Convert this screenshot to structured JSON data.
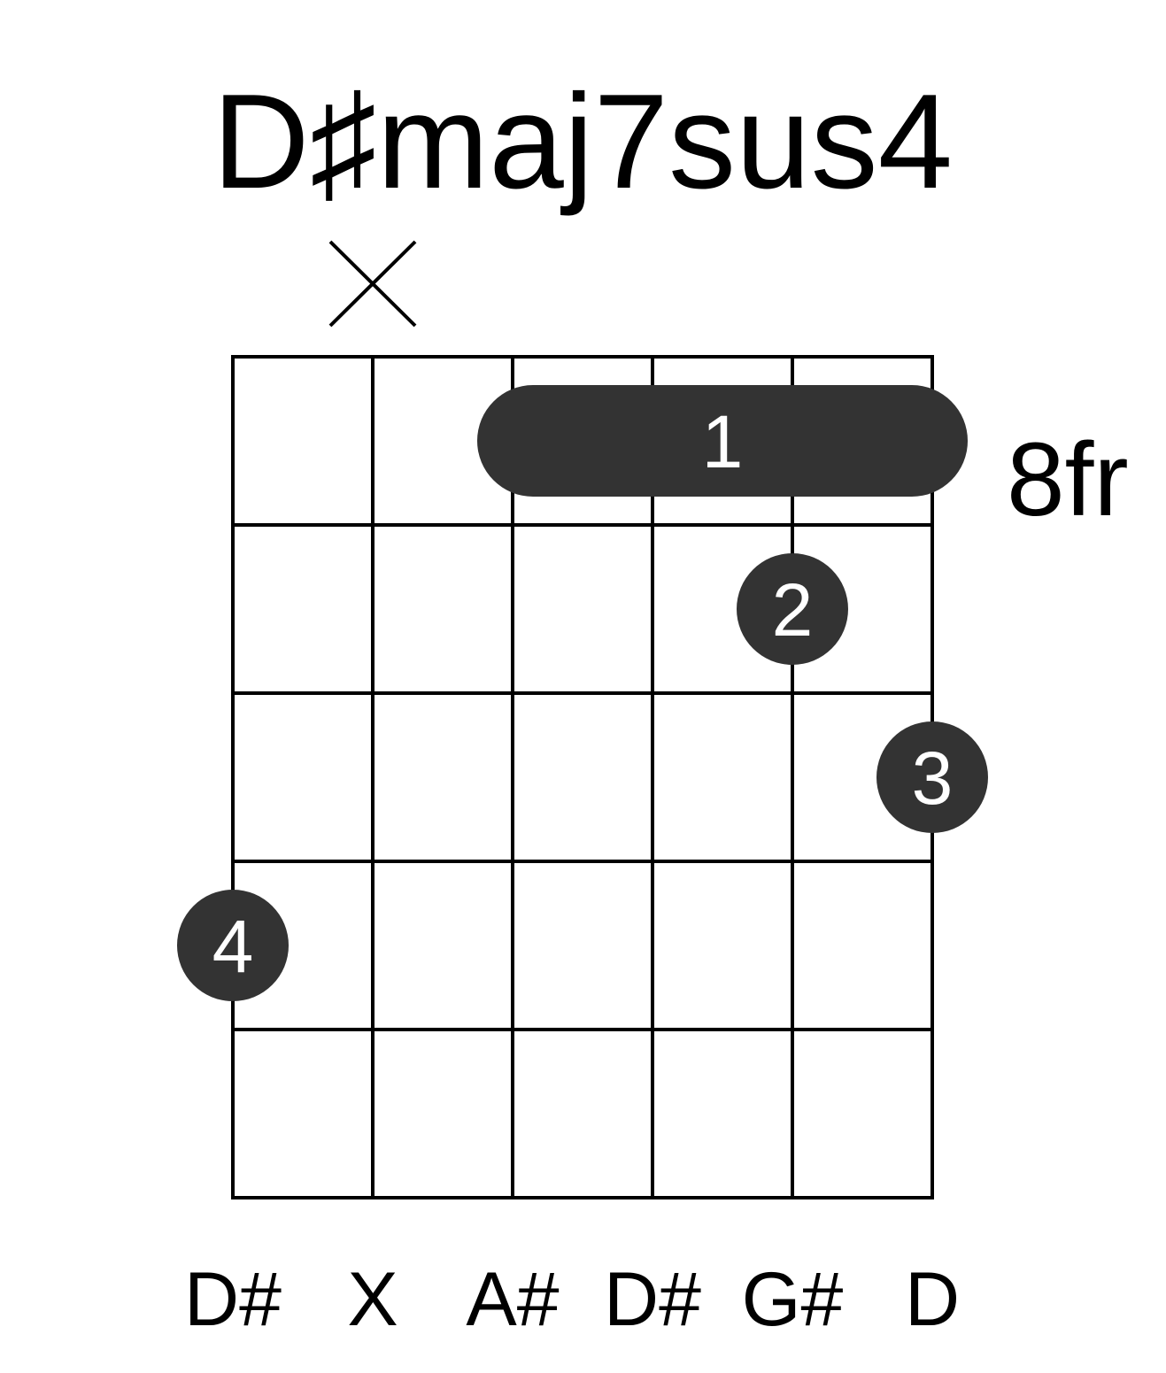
{
  "chord": {
    "name": "D♯maj7sus4",
    "base_fret_label": "8fr"
  },
  "diagram": {
    "strings": 6,
    "frets_shown": 5,
    "muted_strings": [
      1
    ],
    "barre": {
      "fret": 1,
      "from_string": 2,
      "to_string": 5,
      "finger": "1"
    },
    "fingers": [
      {
        "string": 4,
        "fret": 2,
        "finger": "2"
      },
      {
        "string": 5,
        "fret": 3,
        "finger": "3"
      },
      {
        "string": 0,
        "fret": 4,
        "finger": "4"
      }
    ],
    "notes": [
      "D#",
      "X",
      "A#",
      "D#",
      "G#",
      "D"
    ]
  },
  "colors": {
    "dot": "#333333",
    "line": "#000000",
    "dot_text": "#ffffff"
  }
}
